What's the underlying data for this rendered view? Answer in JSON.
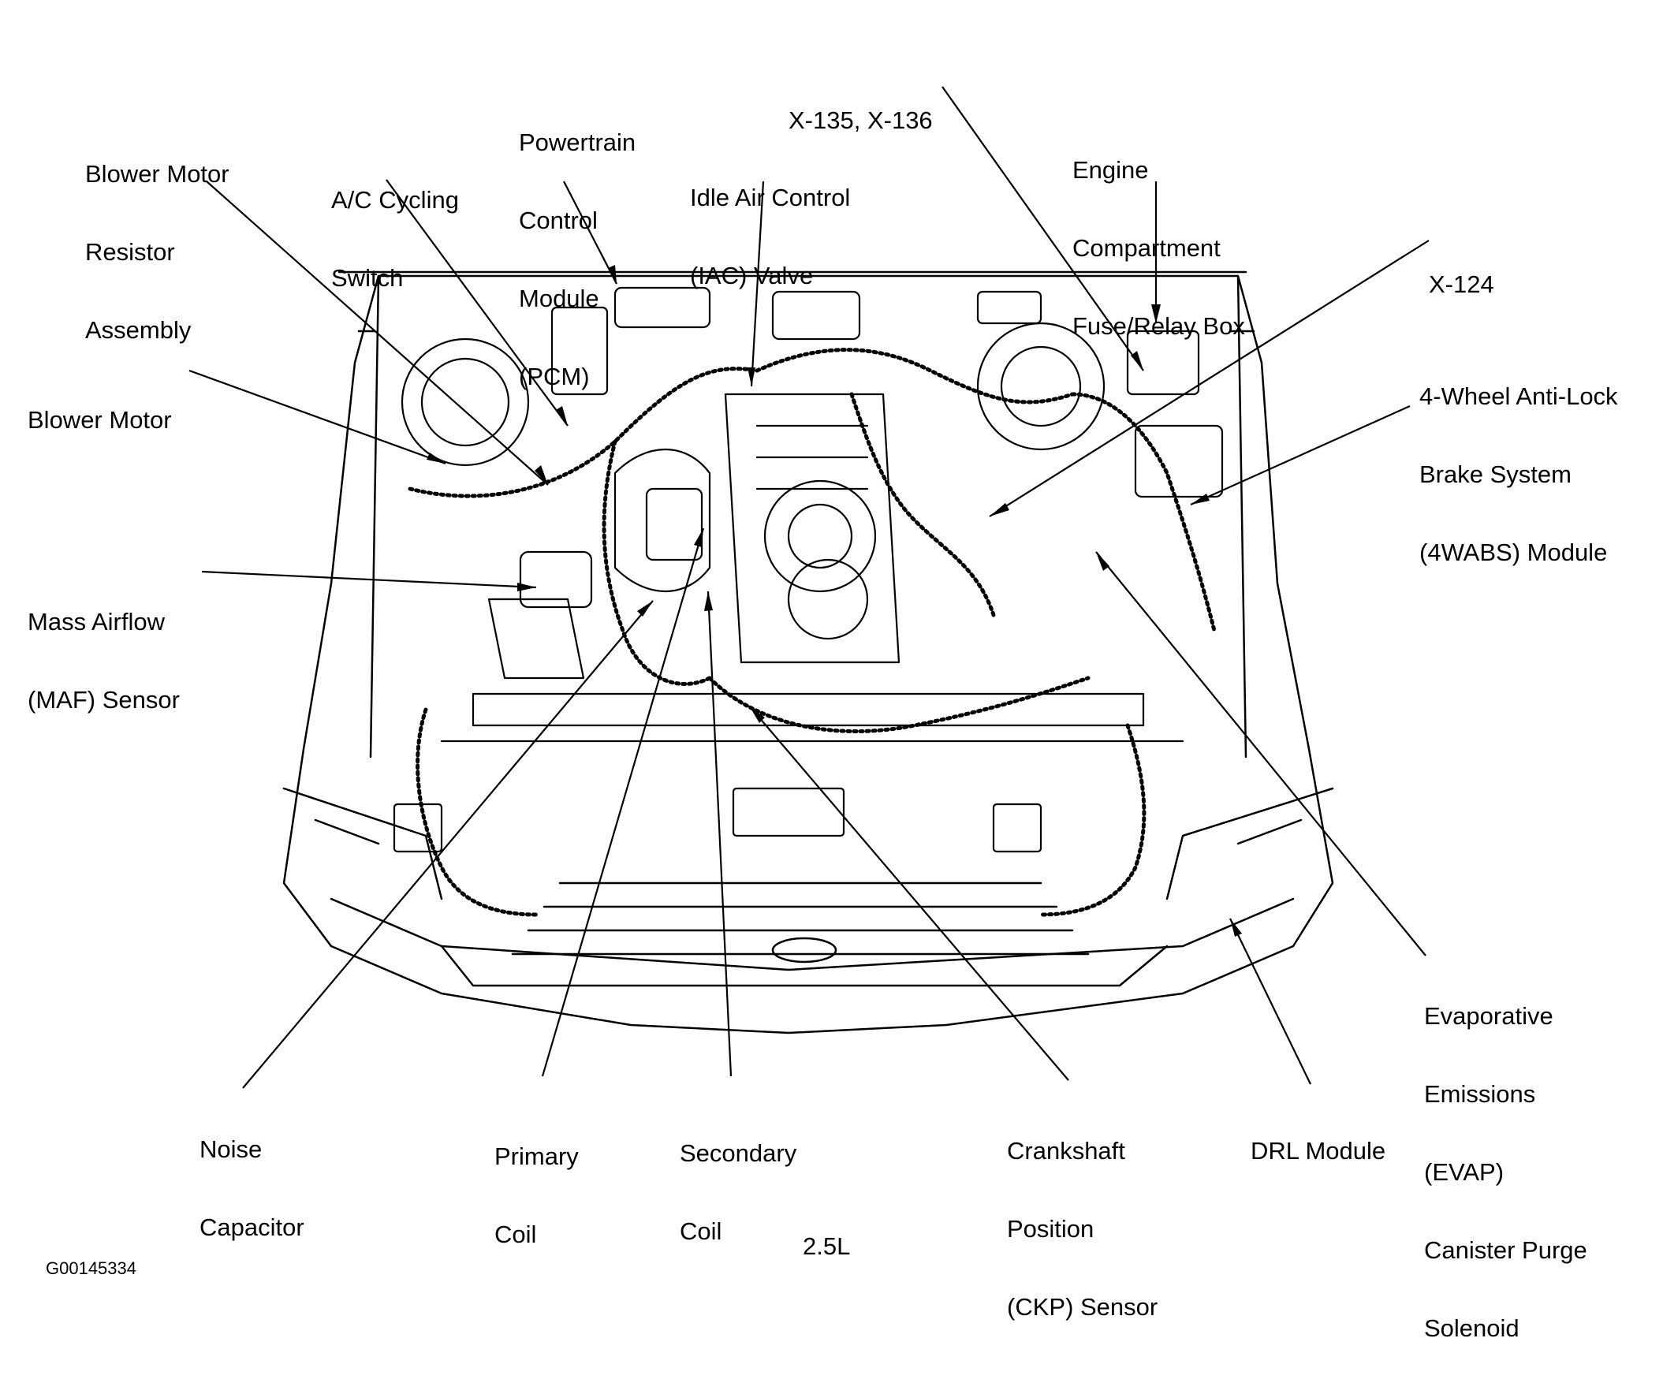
{
  "labels": {
    "blower_resistor": [
      "Blower Motor",
      "Resistor",
      "Assembly"
    ],
    "ac_cycling": [
      "A/C Cycling",
      "Switch"
    ],
    "pcm": [
      "Powertrain",
      "Control",
      "Module",
      "(PCM)"
    ],
    "iac": [
      "Idle Air Control",
      "(IAC) Valve"
    ],
    "x135": [
      "X-135, X-136"
    ],
    "fuse_box": [
      "Engine",
      "Compartment",
      "Fuse/Relay Box"
    ],
    "x124": [
      "X-124"
    ],
    "abs": [
      "4-Wheel Anti-Lock",
      "Brake System",
      "(4WABS) Module"
    ],
    "blower_motor": [
      "Blower Motor"
    ],
    "maf": [
      "Mass Airflow",
      "(MAF) Sensor"
    ],
    "evap": [
      "Evaporative",
      "Emissions",
      "(EVAP)",
      "Canister Purge",
      "Solenoid"
    ],
    "noise_cap": [
      "Noise",
      "Capacitor"
    ],
    "primary_coil": [
      "Primary",
      "Coil"
    ],
    "secondary_coil": [
      "Secondary",
      "Coil"
    ],
    "ckp": [
      "Crankshaft",
      "Position",
      "(CKP) Sensor"
    ],
    "drl": [
      "DRL Module"
    ]
  },
  "engine_label": "2.5L",
  "figure_id": "G00145334"
}
